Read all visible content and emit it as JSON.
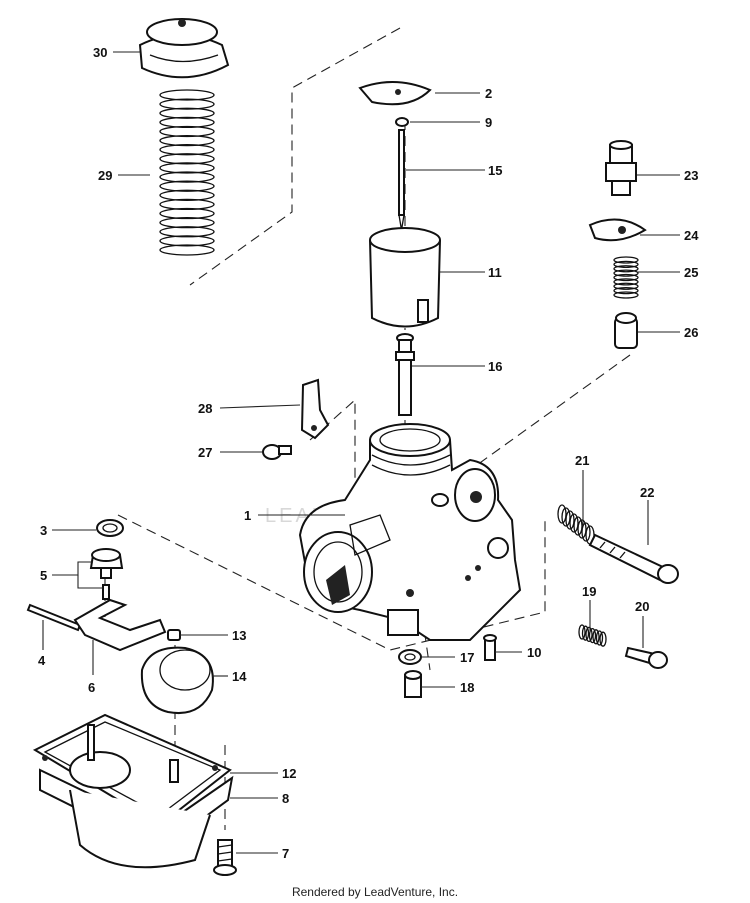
{
  "watermark": "LEADVENTURE",
  "footer": "Rendered by LeadVenture, Inc.",
  "callouts": [
    "30",
    "29",
    "2",
    "9",
    "15",
    "11",
    "16",
    "23",
    "24",
    "25",
    "26",
    "28",
    "27",
    "1",
    "3",
    "5",
    "4",
    "6",
    "13",
    "14",
    "12",
    "8",
    "7",
    "21",
    "22",
    "19",
    "20",
    "17",
    "10",
    "18"
  ]
}
